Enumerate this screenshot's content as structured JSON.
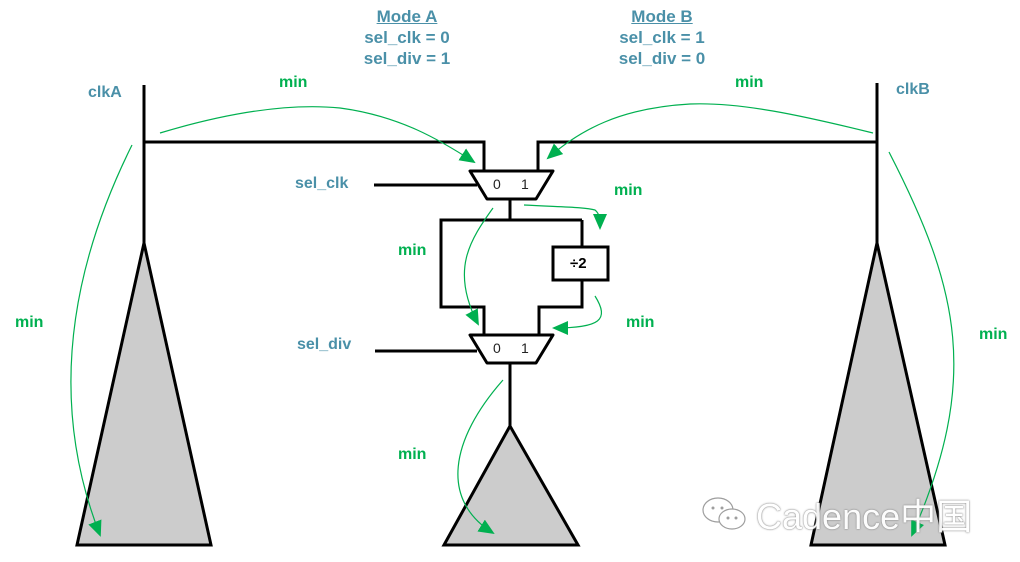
{
  "modes": [
    {
      "title": "Mode A",
      "sel_clk": "sel_clk = 0",
      "sel_div": "sel_div = 1"
    },
    {
      "title": "Mode B",
      "sel_clk": "sel_clk = 1",
      "sel_div": "sel_div = 0"
    }
  ],
  "clocks": {
    "left": "clkA",
    "right": "clkB"
  },
  "selects": {
    "clk": "sel_clk",
    "div": "sel_div"
  },
  "muxes": [
    {
      "name": "clock-select-mux",
      "input0": "0",
      "input1": "1"
    },
    {
      "name": "divider-select-mux",
      "input0": "0",
      "input1": "1"
    }
  ],
  "divider": {
    "label": "÷2"
  },
  "annotations": {
    "min_label": "min",
    "labels": [
      "min",
      "min",
      "min",
      "min",
      "min",
      "min",
      "min",
      "min"
    ]
  },
  "colors": {
    "label_blue": "#4a90a8",
    "arrow_green": "#00b050",
    "tree_fill": "#cccccc"
  },
  "watermark": {
    "text": "Cadence中国",
    "icon": "wechat-icon"
  }
}
